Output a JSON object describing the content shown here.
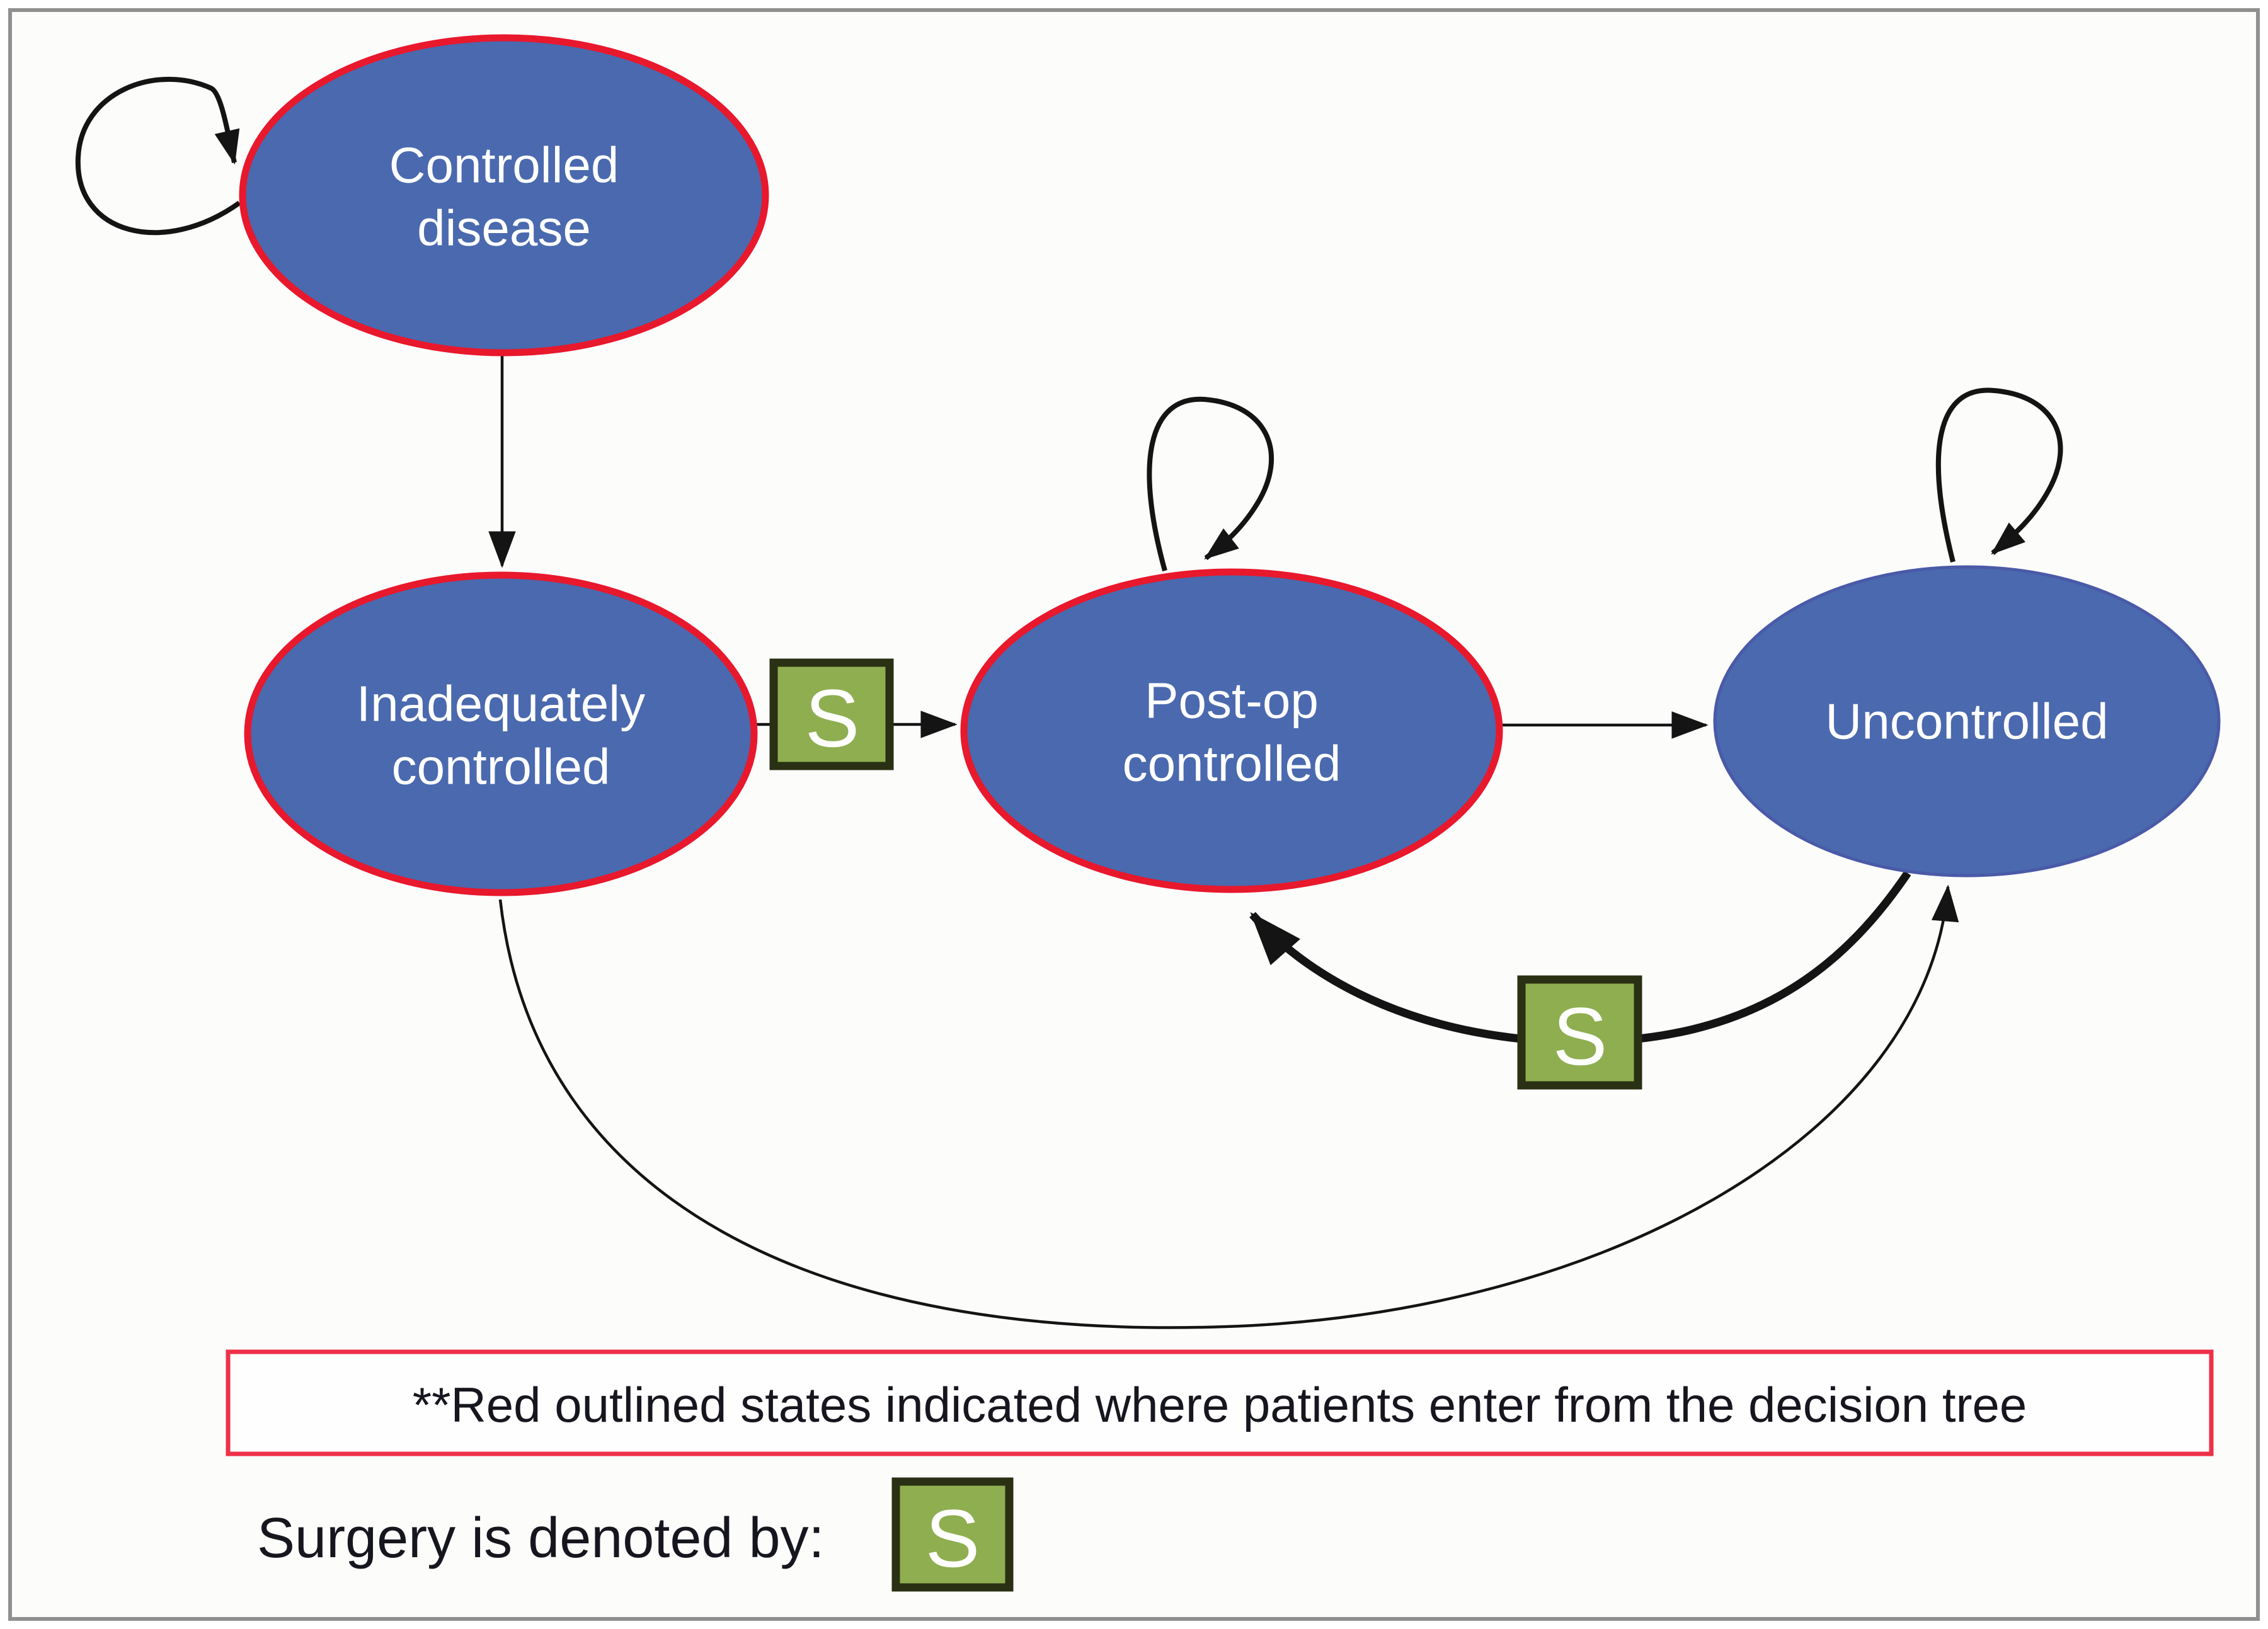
{
  "diagram": {
    "states": [
      {
        "id": "controlled-disease",
        "line1": "Controlled",
        "line2": "disease",
        "red_outline": true
      },
      {
        "id": "inadequately-controlled",
        "line1": "Inadequately",
        "line2": "controlled",
        "red_outline": true
      },
      {
        "id": "post-op-controlled",
        "line1": "Post-op",
        "line2": "controlled",
        "red_outline": true
      },
      {
        "id": "uncontrolled",
        "line1": "Uncontrolled",
        "line2": "",
        "red_outline": false
      }
    ],
    "surgery_symbol": "S",
    "note_text": "**Red outlined states indicated where patients enter from the decision tree",
    "legend_text": "Surgery is denoted by:",
    "colors": {
      "state_fill": "#4a69ae",
      "entry_outline": "#e8182d",
      "plain_outline": "#4a5aa8",
      "surgery_fill": "#8fae50",
      "surgery_border": "#2a3013",
      "note_border": "#ee3048",
      "edge_color": "#141414",
      "state_text": "#ffffff",
      "note_text_color": "#16161e",
      "frame_border": "#8f8f8f"
    }
  }
}
